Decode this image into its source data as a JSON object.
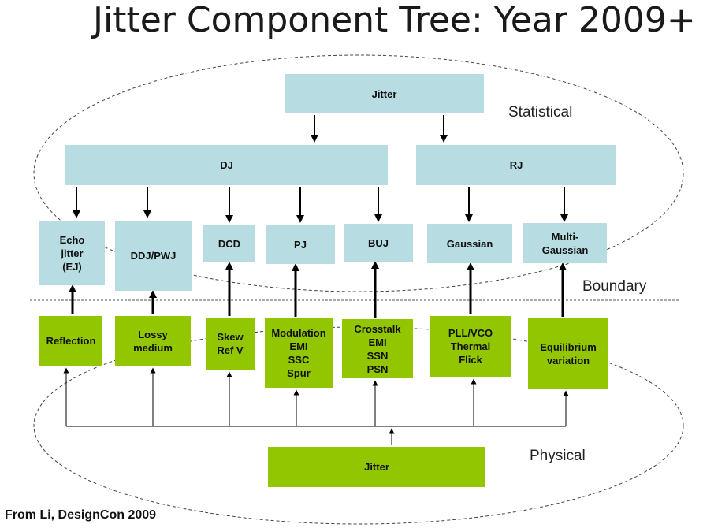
{
  "title": "Jitter Component Tree: Year 2009+",
  "regions": {
    "statistical": "Statistical",
    "boundary": "Boundary",
    "physical": "Physical"
  },
  "nodes": {
    "jitter_top": "Jitter",
    "dj": "DJ",
    "rj": "RJ",
    "ej": "Echo\njitter\n(EJ)",
    "ddj": "DDJ/PWJ",
    "dcd": "DCD",
    "pj": "PJ",
    "buj": "BUJ",
    "gaussian": "Gaussian",
    "multi_gaussian": "Multi-\nGaussian",
    "reflection": "Reflection",
    "lossy": "Lossy\nmedium",
    "skew": "Skew\nRef V",
    "modulation": "Modulation\nEMI\nSSC\nSpur",
    "crosstalk": "Crosstalk\nEMI\nSSN\nPSN",
    "pll": "PLL/VCO\nThermal\nFlick",
    "equilibrium": "Equilibrium\nvariation",
    "jitter_bottom": "Jitter"
  },
  "credit": "From Li, DesignCon 2009",
  "colors": {
    "statistical_fill": "#b7dde2",
    "physical_fill": "#92c600"
  }
}
